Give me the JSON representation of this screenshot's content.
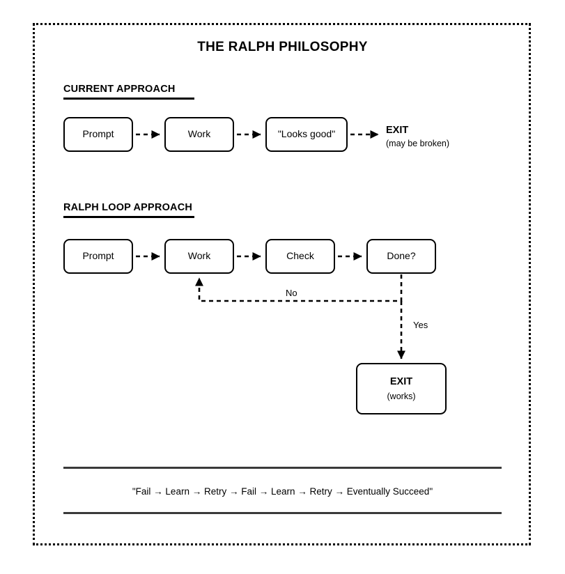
{
  "page": {
    "title": "THE RALPH PHILOSOPHY",
    "background_color": "#ffffff",
    "border_color": "#000000",
    "text_color": "#000000"
  },
  "sections": {
    "current": {
      "heading": "CURRENT APPROACH",
      "nodes": [
        {
          "label": "Prompt"
        },
        {
          "label": "Work"
        },
        {
          "label": "\"Looks good\""
        }
      ],
      "terminal": {
        "title": "EXIT",
        "subtitle": "(may be broken)"
      }
    },
    "ralph": {
      "heading": "RALPH LOOP APPROACH",
      "nodes": [
        {
          "label": "Prompt"
        },
        {
          "label": "Work"
        },
        {
          "label": "Check"
        },
        {
          "label": "Done?"
        }
      ],
      "edge_labels": {
        "no": "No",
        "yes": "Yes"
      },
      "terminal": {
        "title": "EXIT",
        "subtitle": "(works)"
      }
    }
  },
  "footer": {
    "quote": "\"Fail → Learn → Retry → Fail → Learn → Retry → Eventually Succeed\"",
    "rule_color": "#3a3a3a"
  }
}
